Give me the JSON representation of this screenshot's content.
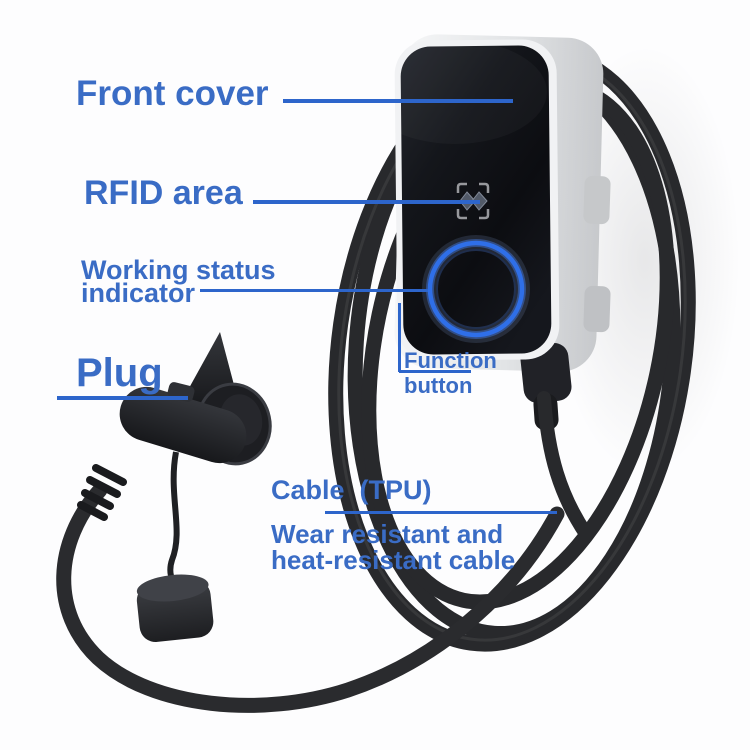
{
  "meta": {
    "description": "Annotated product photo of a wall-mounted EV charging station (wallbox) with wrapped charging cable and plug",
    "background_color": "#fdfdfe"
  },
  "annotations": {
    "front_cover": "Front cover",
    "rfid_area": "RFID area",
    "working_status_line1": "Working status",
    "working_status_line2": "indicator",
    "function_line1": "Function",
    "function_line2": "button",
    "plug": "Plug",
    "cable_title": "Cable  (TPU)",
    "cable_desc_line1": "Wear resistant and",
    "cable_desc_line2": "heat-resistant cable"
  },
  "icons": {
    "rfid_icon": "rfid-scan-brackets-with-diamonds",
    "status_ring": "blue-glowing-circle"
  },
  "colors": {
    "label_text": "#3a6cc5",
    "pointer_line": "#2d65cb",
    "status_ring_blue": "#2f6fe8",
    "device_body_gray": "#e4e6e8",
    "front_panel_black": "#101218",
    "cable_black": "#28292c"
  }
}
